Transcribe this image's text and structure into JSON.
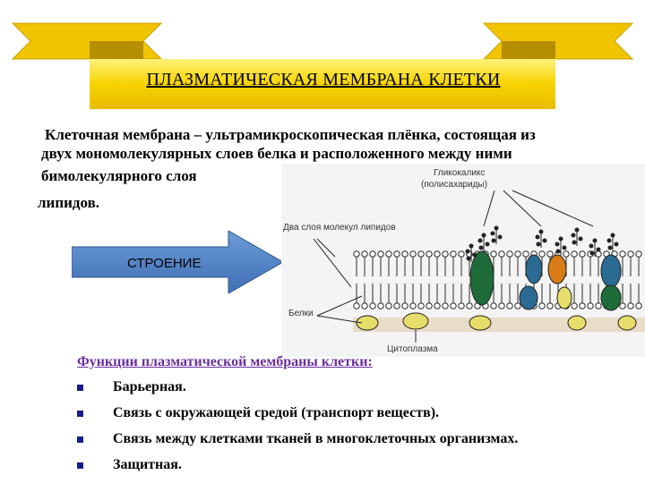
{
  "title": "ПЛАЗМАТИЧЕСКАЯ МЕМБРАНА КЛЕТКИ",
  "intro": {
    "line1": "Клеточная мембрана – ультрамикроскопическая плёнка, состоящая из",
    "line2": "двух мономолекулярных слоев белка и расположенного между ними",
    "line3": "бимолекулярного слоя",
    "line4": "липидов."
  },
  "arrow_label": "СТРОЕНИЕ",
  "diagram": {
    "label_glycocalyx": "Гликокаликс",
    "label_polysaccharides": "(полисахариды)",
    "label_lipids": "Два слоя молекул липидов",
    "label_proteins": "Белки",
    "label_cytoplasm": "Цитоплазма"
  },
  "functions": {
    "heading": "Функции плазматической мембраны клетки:",
    "items": [
      "Барьерная.",
      "Связь с окружающей средой (транспорт веществ).",
      "Связь между клетками тканей в многоклеточных организмах.",
      "Защитная."
    ]
  },
  "colors": {
    "banner_yellow": "#f7d300",
    "banner_dark": "#c9a100",
    "arrow_blue": "#4a7ec4",
    "protein_green": "#1f6b3a",
    "protein_blue": "#2a6a93",
    "protein_orange": "#d97b16",
    "protein_yellow": "#e7dd6a",
    "functions_heading": "#6b2fa0",
    "bullet": "#1a1a8c"
  }
}
